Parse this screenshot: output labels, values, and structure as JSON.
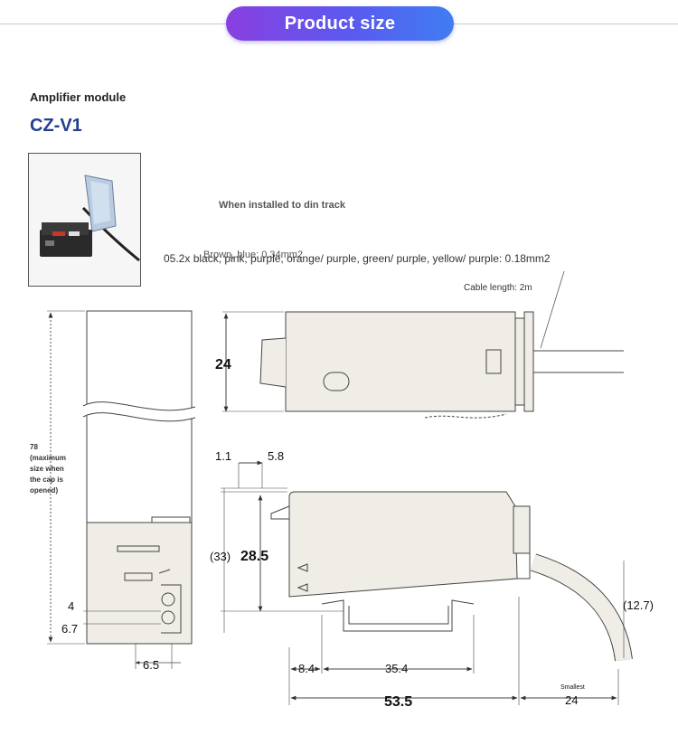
{
  "header": {
    "title": "Product size"
  },
  "section": {
    "subtitle": "Amplifier module",
    "model": "CZ-V1"
  },
  "notes": {
    "install": "When installed to din track",
    "brown_blue": "Brown, blue: 0.34mm2",
    "wires": "05.2x black, pink, purple, orange/ purple, green/ purple, yellow/ purple: 0.18mm2",
    "cable": "Cable length: 2m",
    "height_note": [
      "78",
      "(maximum",
      "size when",
      "the cap is",
      "opened)"
    ]
  },
  "dims": {
    "d24_top": "24",
    "d1_1": "1.1",
    "d5_8": "5.8",
    "d33": "(33)",
    "d28_5": "28.5",
    "d4": "4",
    "d6_7": "6.7",
    "d6_5": "6.5",
    "d8_4": "8.4",
    "d35_4": "35.4",
    "d53_5": "53.5",
    "d12_7": "(12.7)",
    "smallest": "Smallest",
    "d24_bottom": "24"
  },
  "colors": {
    "body": "#efede6",
    "accent": "#233f8f",
    "line": "#444"
  }
}
